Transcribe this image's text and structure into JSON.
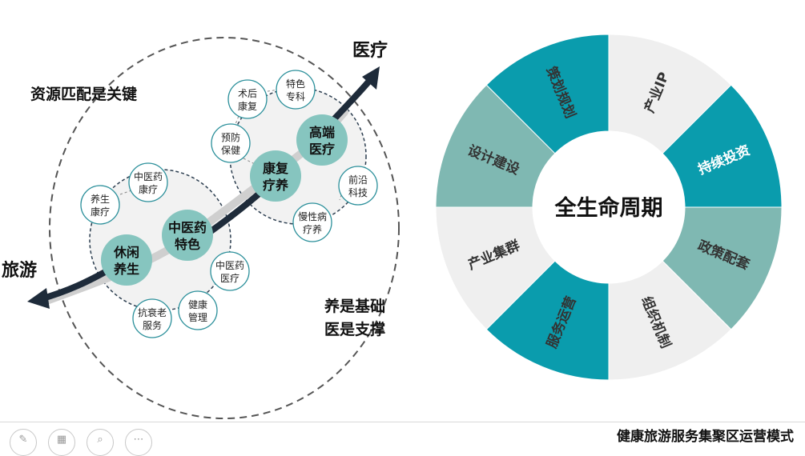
{
  "left": {
    "label_top": "资源匹配是关键",
    "label_bottom_1": "养是基础",
    "label_bottom_2": "医是支撑",
    "arrow_head_label": "医疗",
    "arrow_tail_label": "旅游",
    "main_nodes": [
      {
        "id": "leisure",
        "lines": [
          "休闲",
          "养生"
        ]
      },
      {
        "id": "tcm",
        "lines": [
          "中医药",
          "特色"
        ]
      },
      {
        "id": "rehab",
        "lines": [
          "康复",
          "疗养"
        ]
      },
      {
        "id": "highend",
        "lines": [
          "高端",
          "医疗"
        ]
      }
    ],
    "small_nodes": [
      {
        "id": "yangsheng",
        "lines": [
          "养生",
          "康疗"
        ]
      },
      {
        "id": "tcm-rehab",
        "lines": [
          "中医药",
          "康疗"
        ]
      },
      {
        "id": "tcm-med",
        "lines": [
          "中医药",
          "医疗"
        ]
      },
      {
        "id": "health-mgmt",
        "lines": [
          "健康",
          "管理"
        ]
      },
      {
        "id": "anti-aging",
        "lines": [
          "抗衰老",
          "服务"
        ]
      },
      {
        "id": "prevention",
        "lines": [
          "预防",
          "保健"
        ]
      },
      {
        "id": "postop",
        "lines": [
          "术后",
          "康复"
        ]
      },
      {
        "id": "specialty",
        "lines": [
          "特色",
          "专科"
        ]
      },
      {
        "id": "frontier",
        "lines": [
          "前沿",
          "科技"
        ]
      },
      {
        "id": "chronic",
        "lines": [
          "慢性病",
          "疗养"
        ]
      }
    ]
  },
  "right": {
    "center_label": "全生命周期",
    "segments": [
      {
        "id": "planning",
        "label": "策划规划",
        "color": "#0a9cad",
        "text_color": "#333333"
      },
      {
        "id": "ip",
        "label": "产业IP",
        "color": "#efefef",
        "text_color": "#333333"
      },
      {
        "id": "investment",
        "label": "持续投资",
        "color": "#0a9cad",
        "text_color": "#ffffff"
      },
      {
        "id": "policy",
        "label": "政策配套",
        "color": "#7fb8b2",
        "text_color": "#333333"
      },
      {
        "id": "org",
        "label": "组织机制",
        "color": "#efefef",
        "text_color": "#333333"
      },
      {
        "id": "ops",
        "label": "服务运营",
        "color": "#0a9cad",
        "text_color": "#333333"
      },
      {
        "id": "cluster",
        "label": "产业集群",
        "color": "#efefef",
        "text_color": "#333333"
      },
      {
        "id": "design",
        "label": "设计建设",
        "color": "#7fb8b2",
        "text_color": "#333333"
      }
    ]
  },
  "footer": {
    "caption": "健康旅游服务集聚区运营模式"
  },
  "colors": {
    "main_node": "#86c5bf",
    "arrow": "#1e2b3a",
    "ring_dashed": "#555555",
    "small_node_border": "#2a8f9a",
    "center": "#ffffff"
  }
}
